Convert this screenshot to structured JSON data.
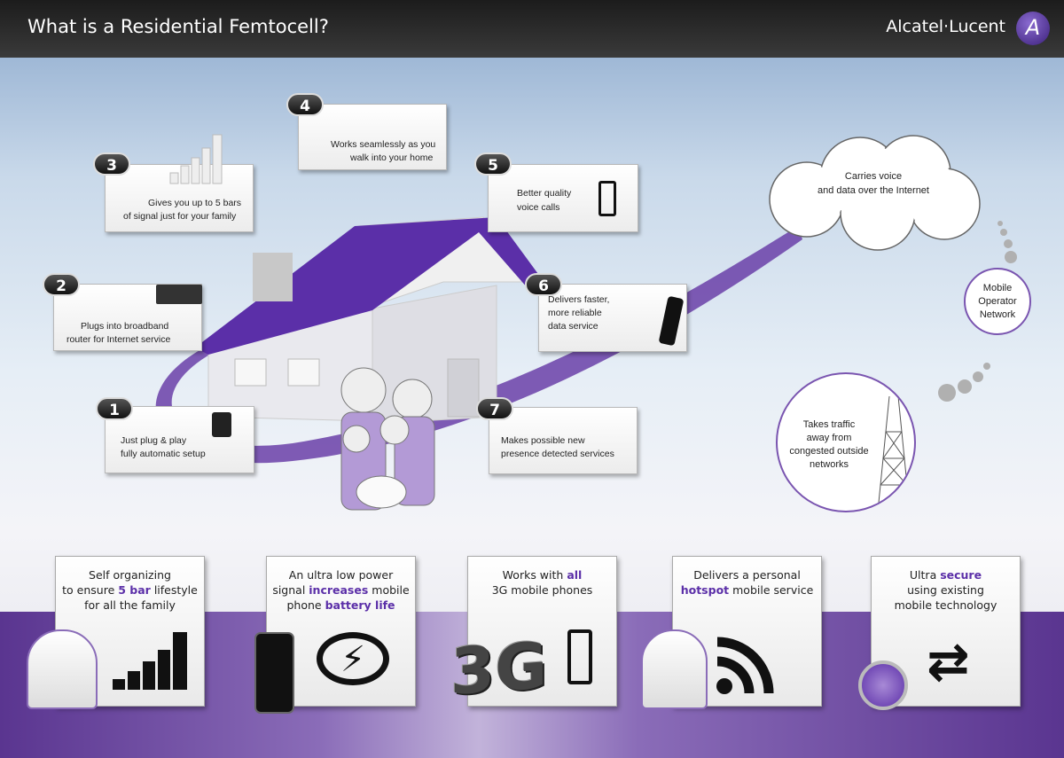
{
  "header": {
    "title": "What is a Residential Femtocell?",
    "brand": "Alcatel·Lucent",
    "logo_glyph": "A"
  },
  "steps": [
    {
      "num": "1",
      "lines": [
        "Just plug & play",
        "fully automatic setup"
      ]
    },
    {
      "num": "2",
      "lines": [
        "Plugs into broadband",
        "router for Internet service"
      ]
    },
    {
      "num": "3",
      "lines": [
        "Gives you up to 5 bars",
        "of signal just for your family"
      ]
    },
    {
      "num": "4",
      "lines": [
        "Works seamlessly as you",
        "walk into your home"
      ]
    },
    {
      "num": "5",
      "lines": [
        "Better quality",
        "voice calls"
      ]
    },
    {
      "num": "6",
      "lines": [
        "Delivers faster,",
        "more reliable",
        "data service"
      ]
    },
    {
      "num": "7",
      "lines": [
        "Makes possible new",
        "presence detected services"
      ]
    }
  ],
  "cloud": {
    "lines": [
      "Carries voice",
      "and data over the Internet"
    ]
  },
  "operator": {
    "lines": [
      "Mobile",
      "Operator",
      "Network"
    ]
  },
  "tower": {
    "lines": [
      "Takes traffic",
      "away from",
      "congested outside",
      "networks"
    ]
  },
  "cards": [
    {
      "l1": "Self organizing",
      "l2a": "to ensure ",
      "l2b": "5 bar",
      "l2c": " lifestyle",
      "l3": "for all the family"
    },
    {
      "l1": "An ultra low power",
      "l2a": "signal ",
      "l2b": "increases",
      "l2c": " mobile",
      "l3a": "phone ",
      "l3b": "battery life"
    },
    {
      "l1a": "Works with ",
      "l1b": "all",
      "l2": "3G mobile phones",
      "badge": "3G"
    },
    {
      "l1": "Delivers a personal",
      "l2a": "hotspot",
      "l2b": " mobile service"
    },
    {
      "l1a": "Ultra ",
      "l1b": "secure",
      "l2": "using existing",
      "l3": "mobile technology"
    }
  ],
  "colors": {
    "accent": "#5b2fa8",
    "header": "#2a2a2a"
  }
}
